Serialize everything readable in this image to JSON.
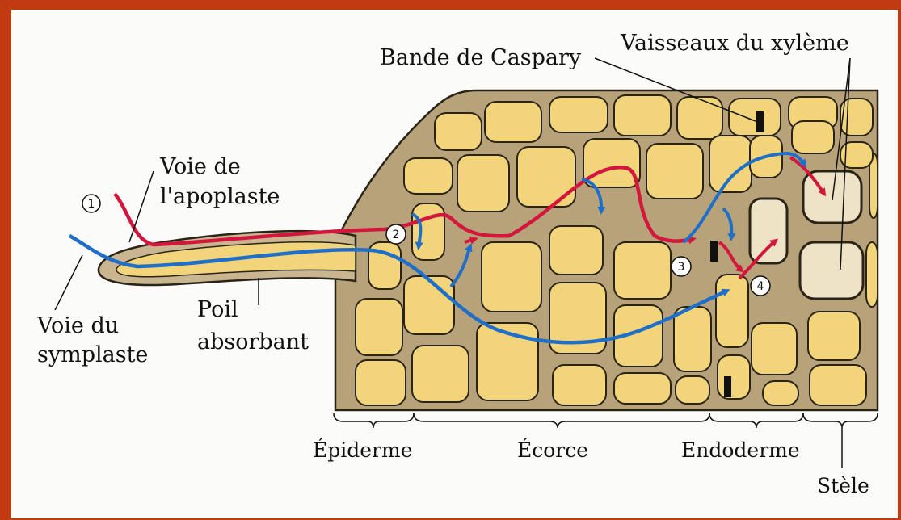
{
  "labels": {
    "bande_caspary": "Bande de Caspary",
    "vaisseaux_xyleme": "Vaisseaux du xylème",
    "voie_apoplaste_1": "Voie de",
    "voie_apoplaste_2": "l'apoplaste",
    "voie_symplaste_1": "Voie du",
    "voie_symplaste_2": "symplaste",
    "poil_1": "Poil",
    "poil_2": "absorbant",
    "epiderme": "Épiderme",
    "ecorce": "Écorce",
    "endoderme": "Endoderme",
    "stele": "Stèle"
  },
  "markers": [
    "1",
    "2",
    "3",
    "4"
  ],
  "colors": {
    "frame": "#c23a12",
    "cell_wall": "#b7a27a",
    "cell_wall_dark": "#2a2418",
    "cytoplasm": "#f2d57a",
    "xylem": "#efe3c7",
    "apoplast_path": "#d3173c",
    "symplast_path": "#1f6fc9"
  }
}
